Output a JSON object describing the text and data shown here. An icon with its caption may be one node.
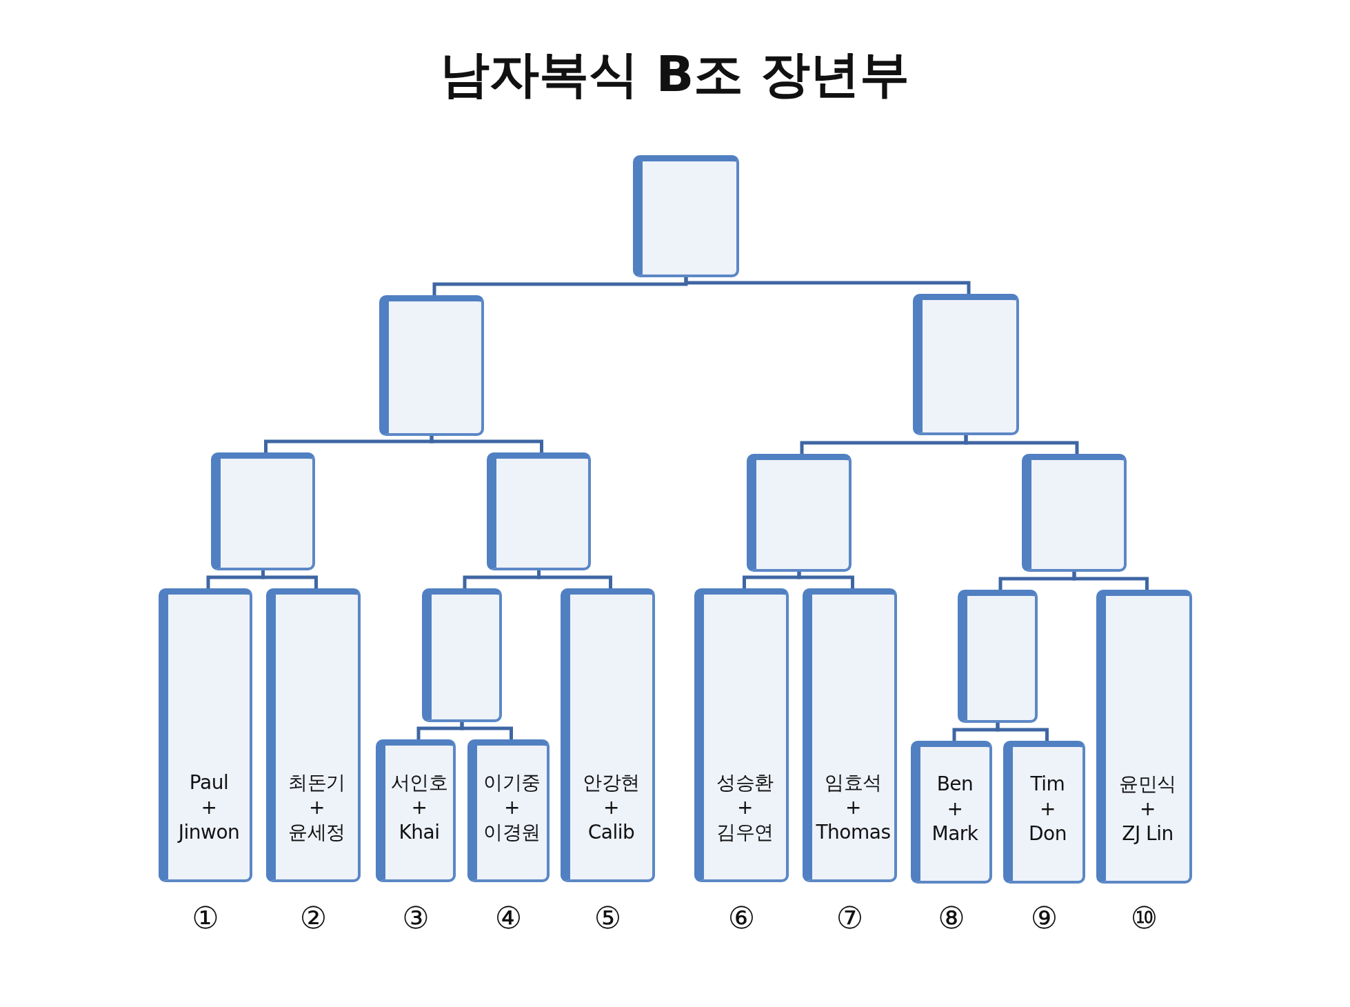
{
  "diagram": {
    "title": "남자복식 B조 장년부",
    "nodes": [
      {
        "text": [],
        "shape": "box"
      },
      {
        "text": [],
        "shape": "box"
      },
      {
        "text": [],
        "shape": "box"
      },
      {
        "text": [],
        "shape": "box"
      },
      {
        "text": [],
        "shape": "box"
      },
      {
        "text": [],
        "shape": "box"
      },
      {
        "text": [],
        "shape": "box"
      },
      {
        "text": [
          "Paul",
          "+",
          "Jinwon"
        ],
        "beside": [
          "①"
        ]
      },
      {
        "text": [
          "최돈기",
          "+",
          "윤세정"
        ],
        "beside": [
          "②"
        ]
      },
      {
        "text": [],
        "shape": "box"
      },
      {
        "text": [
          "안강현",
          "+",
          "Calib"
        ],
        "beside": [
          "⑤"
        ]
      },
      {
        "text": [
          "성승환",
          "+",
          "김우연"
        ],
        "beside": [
          "⑥"
        ]
      },
      {
        "text": [
          "임효석",
          "+",
          "Thomas"
        ],
        "beside": [
          "⑦"
        ]
      },
      {
        "text": [],
        "shape": "box"
      },
      {
        "text": [
          "윤민식",
          "+",
          "ZJ Lin"
        ],
        "beside": [
          "⑩"
        ]
      },
      {
        "text": [
          "서인호",
          "+",
          "Khai"
        ],
        "beside": [
          "③"
        ]
      },
      {
        "text": [
          "이기중",
          "+",
          "이경원"
        ],
        "beside": [
          "④"
        ]
      },
      {
        "text": [
          "Ben",
          "+",
          "Mark"
        ],
        "beside": [
          "⑧"
        ]
      },
      {
        "text": [
          "Tim",
          "+",
          "Don"
        ],
        "beside": [
          "⑨"
        ]
      }
    ],
    "edges": [
      {
        "from": 0,
        "to": 1,
        "arrow": "none"
      },
      {
        "from": 0,
        "to": 2,
        "arrow": "none"
      },
      {
        "from": 1,
        "to": 3,
        "arrow": "none"
      },
      {
        "from": 1,
        "to": 4,
        "arrow": "none"
      },
      {
        "from": 2,
        "to": 5,
        "arrow": "none"
      },
      {
        "from": 2,
        "to": 6,
        "arrow": "none"
      },
      {
        "from": 3,
        "to": 7,
        "arrow": "none"
      },
      {
        "from": 3,
        "to": 8,
        "arrow": "none"
      },
      {
        "from": 4,
        "to": 9,
        "arrow": "none"
      },
      {
        "from": 4,
        "to": 10,
        "arrow": "none"
      },
      {
        "from": 5,
        "to": 11,
        "arrow": "none"
      },
      {
        "from": 5,
        "to": 12,
        "arrow": "none"
      },
      {
        "from": 6,
        "to": 13,
        "arrow": "none"
      },
      {
        "from": 6,
        "to": 14,
        "arrow": "none"
      },
      {
        "from": 9,
        "to": 15,
        "arrow": "none"
      },
      {
        "from": 9,
        "to": 16,
        "arrow": "none"
      },
      {
        "from": 13,
        "to": 17,
        "arrow": "none"
      },
      {
        "from": 13,
        "to": 18,
        "arrow": "none"
      }
    ]
  }
}
